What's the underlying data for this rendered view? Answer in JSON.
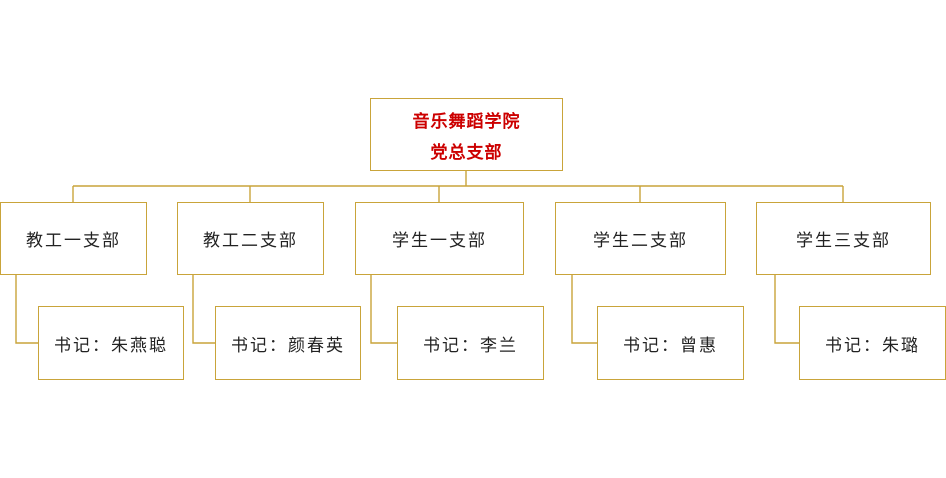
{
  "root": {
    "line1": "音乐舞蹈学院",
    "line2": "党总支部"
  },
  "branches": [
    {
      "name": "教工一支部",
      "secretary": "书记：朱燕聪"
    },
    {
      "name": "教工二支部",
      "secretary": "书记：颜春英"
    },
    {
      "name": "学生一支部",
      "secretary": "书记：李兰"
    },
    {
      "name": "学生二支部",
      "secretary": "书记：曾惠"
    },
    {
      "name": "学生三支部",
      "secretary": "书记：朱璐"
    }
  ],
  "colors": {
    "border": "#c9a43a",
    "root_text": "#cc0000"
  }
}
